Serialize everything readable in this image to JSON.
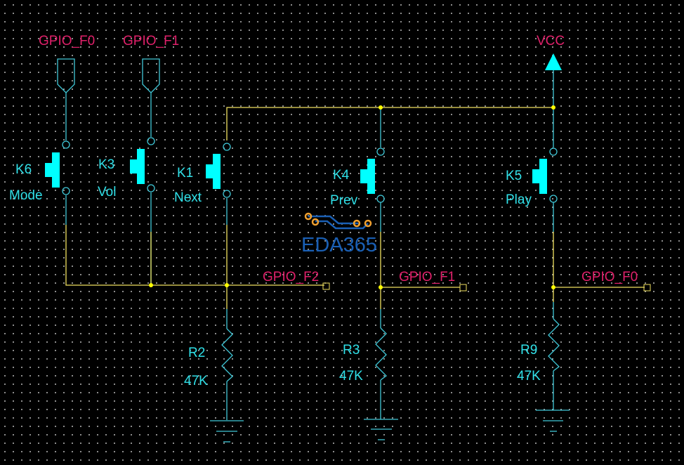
{
  "power": {
    "label": "VCC"
  },
  "ports_top": [
    {
      "label": "GPIO_F0"
    },
    {
      "label": "GPIO_F1"
    }
  ],
  "switches": [
    {
      "ref": "K6",
      "name": "Mode"
    },
    {
      "ref": "K3",
      "name": "Vol"
    },
    {
      "ref": "K1",
      "name": "Next"
    },
    {
      "ref": "K4",
      "name": "Prev"
    },
    {
      "ref": "K5",
      "name": "Play"
    }
  ],
  "net_labels": [
    {
      "label": "GPIO_F2"
    },
    {
      "label": "GPIO_F1"
    },
    {
      "label": "GPIO_F0"
    }
  ],
  "resistors": [
    {
      "ref": "R2",
      "value": "47K"
    },
    {
      "ref": "R3",
      "value": "47K"
    },
    {
      "ref": "R9",
      "value": "47K"
    }
  ],
  "watermark": {
    "text": "EDA365"
  },
  "colors": {
    "net": "#e0206a",
    "component": "#30e0e8",
    "wire": "#f0e060",
    "junction": "#ffff00",
    "background": "#000000"
  }
}
